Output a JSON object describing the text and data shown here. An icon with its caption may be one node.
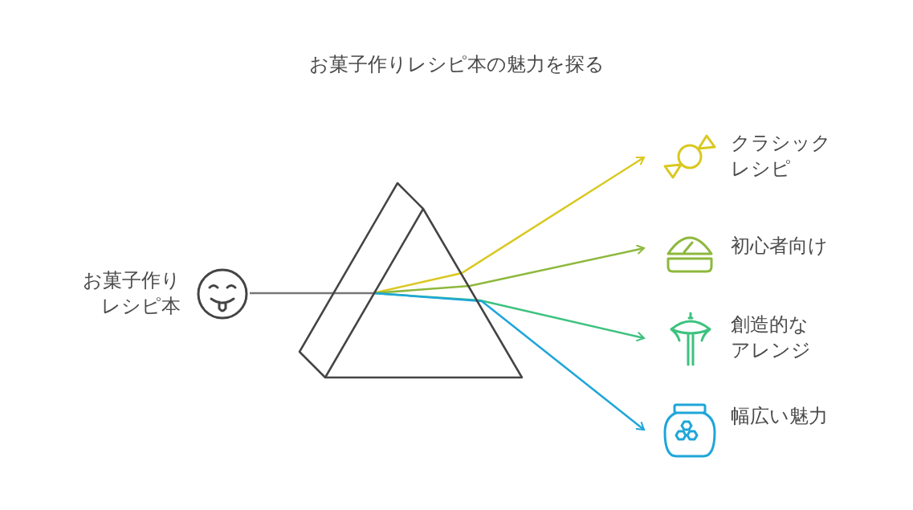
{
  "diagram": {
    "title": "お菓子作りレシピ本の魅力を探る",
    "nodes": [
      {
        "text": [
          "お菓子作りレシピ本"
        ]
      },
      {
        "text": [],
        "shape": "prism"
      },
      {
        "text": [
          "クラシックレシピ"
        ]
      },
      {
        "text": [
          "初心者向け"
        ]
      },
      {
        "text": [
          "創造的なアレンジ"
        ]
      },
      {
        "text": [
          "幅広い魅力"
        ]
      }
    ],
    "edges": [
      {
        "from": 0,
        "to": 1,
        "arrow": "none"
      },
      {
        "from": 1,
        "to": 2,
        "arrow": "to",
        "color": "#d9c81e"
      },
      {
        "from": 1,
        "to": 3,
        "arrow": "to",
        "color": "#8db83c"
      },
      {
        "from": 1,
        "to": 4,
        "arrow": "to",
        "color": "#3cc27e"
      },
      {
        "from": 1,
        "to": 5,
        "arrow": "to",
        "color": "#1ea6d9"
      }
    ]
  }
}
